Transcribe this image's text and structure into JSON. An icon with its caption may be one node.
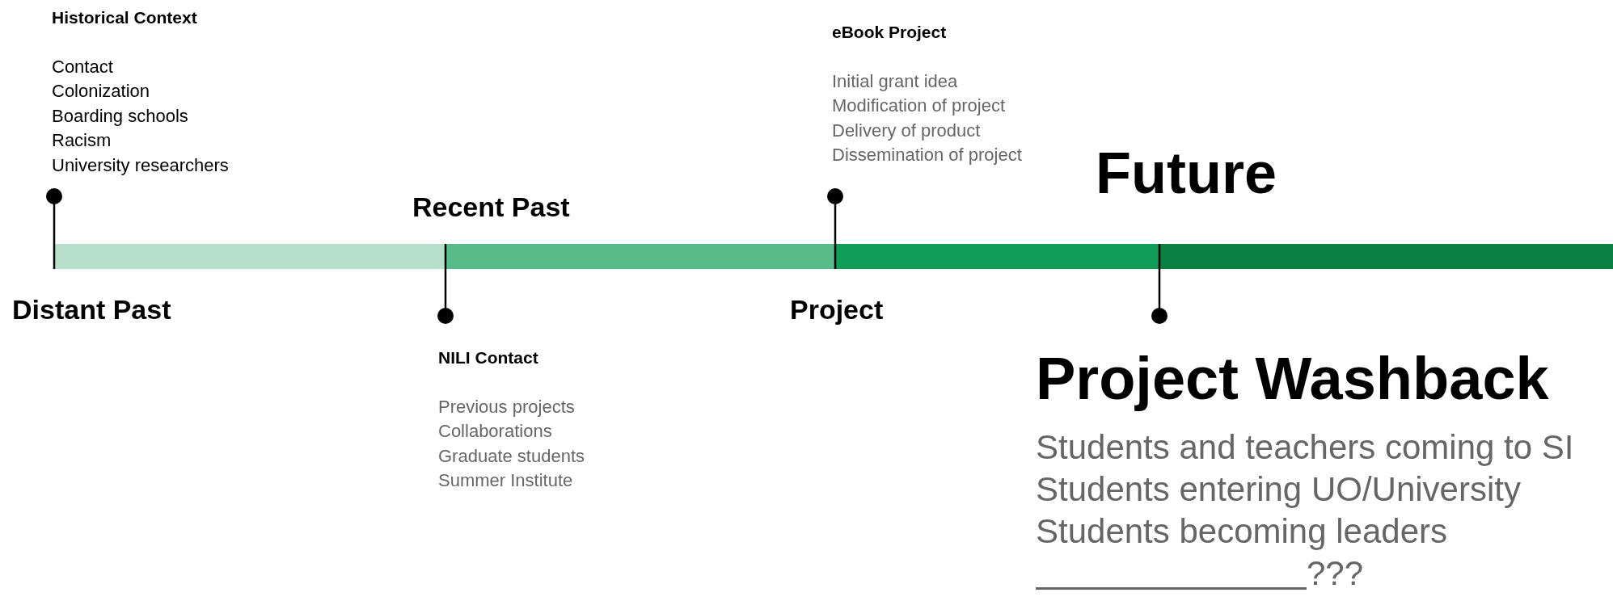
{
  "diagram": {
    "nodes": [
      {
        "text": [
          "Historical Context",
          "Contact",
          "Colonization",
          "Boarding schools",
          "Racism",
          "University researchers"
        ]
      },
      {
        "text": [
          "eBook Project",
          "Initial grant idea",
          "Modification of project",
          "Delivery of product",
          "Dissemination of project"
        ]
      },
      {
        "text": [
          "NILI Contact",
          "Previous projects",
          "Collaborations",
          "Graduate students",
          "Summer Institute"
        ]
      },
      {
        "text": [
          "Project Washback",
          "Students and teachers coming to SI",
          "Students entering UO/University",
          "Students becoming leaders",
          "???"
        ]
      }
    ],
    "labels": [
      "Distant Past",
      "Recent Past",
      "Project",
      "Future"
    ]
  }
}
